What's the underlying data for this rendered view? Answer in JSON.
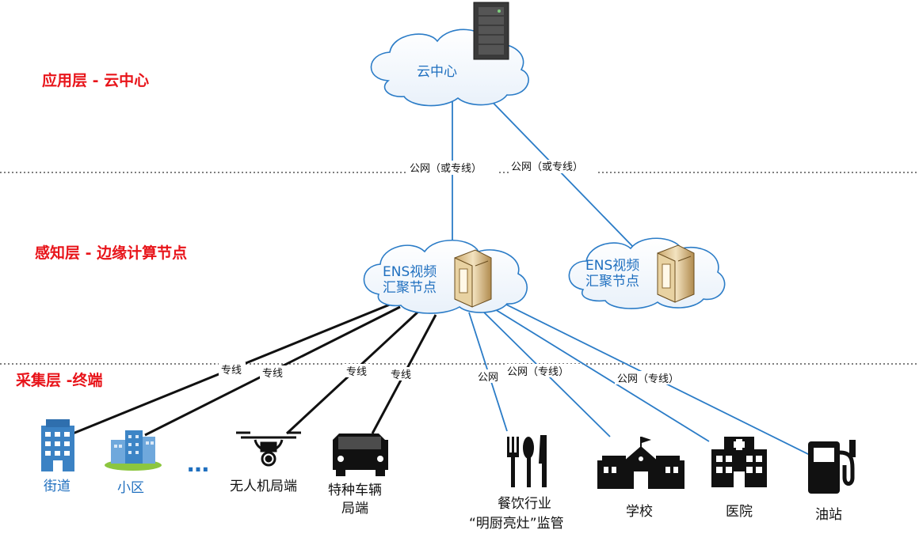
{
  "layers": {
    "application": "应用层 - 云中心",
    "perception": "感知层 - 边缘计算节点",
    "collection": "采集层 -终端"
  },
  "nodes": {
    "cloud_center": "云中心",
    "ens_node_1": [
      "ENS视频",
      "汇聚节点"
    ],
    "ens_node_2": [
      "ENS视频",
      "汇聚节点"
    ]
  },
  "links": {
    "cloud_to_ens1": "公网（或专线）",
    "cloud_to_ens2": "公网（或专线）",
    "to_street": "专线",
    "to_community": "专线",
    "to_drone": "专线",
    "to_vehicle": "专线",
    "to_catering": "公网",
    "to_school": "公网（专线）",
    "to_hospital_gas": "公网（专线）"
  },
  "terminals": {
    "street": "街道",
    "community": "小区",
    "ellipsis": "…",
    "drone": "无人机局端",
    "vehicle": [
      "特种车辆",
      "局端"
    ],
    "catering": [
      "餐饮行业",
      "“明厨亮灶”监管"
    ],
    "school": "学校",
    "hospital": "医院",
    "gas_station": "油站"
  },
  "colors": {
    "layer_label": "#e8141a",
    "node_text": "#1f6fbf",
    "public_link": "#2b7cc7",
    "private_link": "#111111"
  }
}
